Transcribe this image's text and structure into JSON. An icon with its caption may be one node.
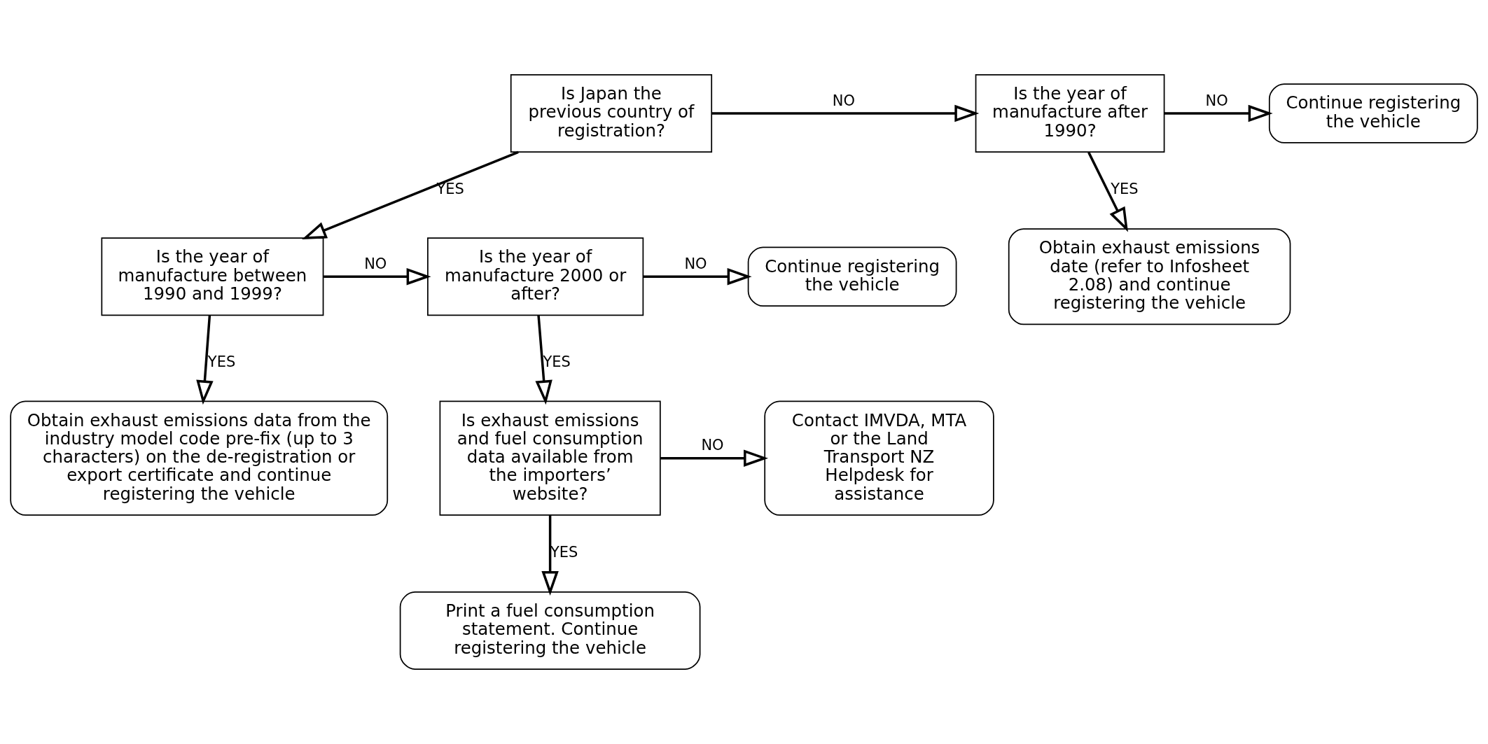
{
  "diagram": {
    "nodes": [
      {
        "text": [
          "Is Japan the previous country of registration?"
        ]
      },
      {
        "text": [
          "Is the year of manufacture after 1990?"
        ]
      },
      {
        "text": [
          "Continue registering the vehicle"
        ]
      },
      {
        "text": [
          "Is the year of manufacture between 1990 and 1999?"
        ]
      },
      {
        "text": [
          "Is the year of manufacture 2000 or after?"
        ]
      },
      {
        "text": [
          "Continue registering the vehicle"
        ]
      },
      {
        "text": [
          "Obtain exhaust emissions date (refer to Infosheet 2.08) and continue registering the vehicle"
        ]
      },
      {
        "text": [
          "Obtain exhaust emissions data from the industry model code pre-fix (up to 3 characters) on the de-registration or export certificate and continue registering the vehicle"
        ]
      },
      {
        "text": [
          "Is exhaust emissions and fuel consumption data available from the importers’ website?"
        ]
      },
      {
        "text": [
          "Contact IMVDA, MTA or the Land Transport NZ Helpdesk for assistance"
        ]
      },
      {
        "text": [
          "Print a fuel consumption statement. Continue registering the vehicle"
        ]
      }
    ],
    "edges": [
      {
        "from": 0,
        "to": 1,
        "arrow": "to",
        "label": "NO"
      },
      {
        "from": 1,
        "to": 2,
        "arrow": "to",
        "label": "NO"
      },
      {
        "from": 0,
        "to": 3,
        "arrow": "to",
        "label": "YES"
      },
      {
        "from": 1,
        "to": 6,
        "arrow": "to",
        "label": "YES"
      },
      {
        "from": 3,
        "to": 4,
        "arrow": "to",
        "label": "NO"
      },
      {
        "from": 4,
        "to": 5,
        "arrow": "to",
        "label": "NO"
      },
      {
        "from": 3,
        "to": 7,
        "arrow": "to",
        "label": "YES"
      },
      {
        "from": 4,
        "to": 8,
        "arrow": "to",
        "label": "YES"
      },
      {
        "from": 8,
        "to": 9,
        "arrow": "to",
        "label": "NO"
      },
      {
        "from": 8,
        "to": 10,
        "arrow": "to",
        "label": "YES"
      }
    ]
  }
}
